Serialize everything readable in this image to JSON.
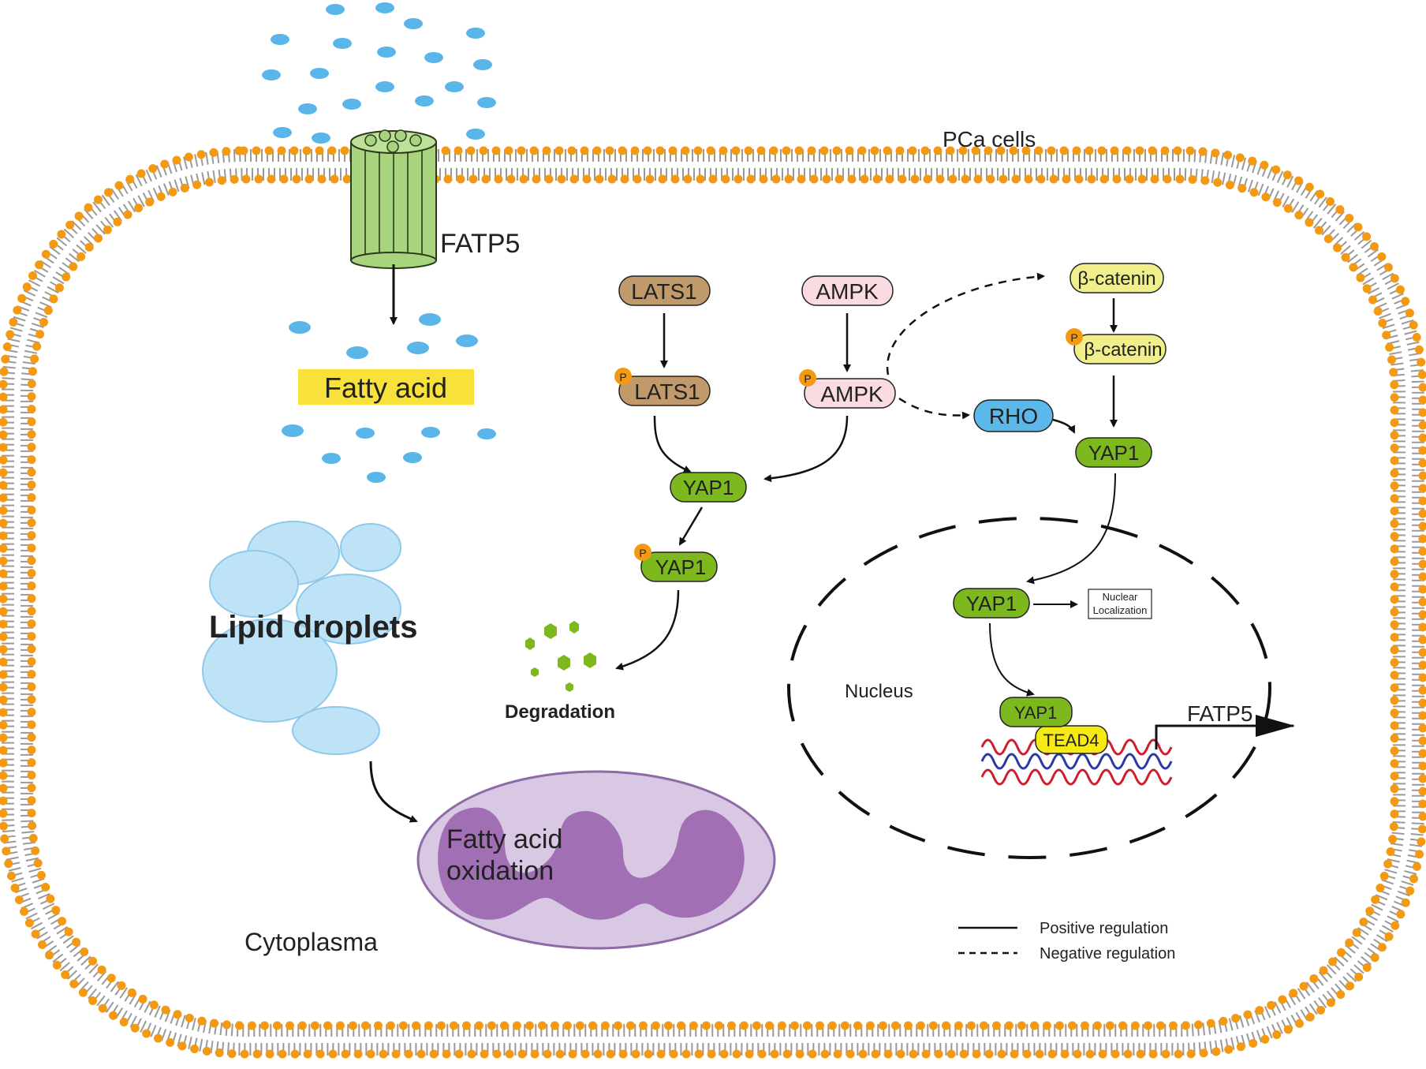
{
  "labels": {
    "cell_type": "PCa cells",
    "transporter": "FATP5",
    "fatty_acid": "Fatty acid",
    "lipid_droplets": "Lipid droplets",
    "fao_line1": "Fatty acid",
    "fao_line2": "oxidation",
    "cytoplasm": "Cytoplasma",
    "nucleus": "Nucleus",
    "degradation": "Degradation",
    "nuclear_loc_line1": "Nuclear",
    "nuclear_loc_line2": "Localization",
    "gene": "FATP5"
  },
  "phospho_mark": "P",
  "nodes": {
    "lats1": "LATS1",
    "p_lats1": "LATS1",
    "ampk": "AMPK",
    "p_ampk": "AMPK",
    "beta_catenin": "β-catenin",
    "p_beta_catenin": "β-catenin",
    "rho": "RHO",
    "yap1_left": "YAP1",
    "p_yap1": "YAP1",
    "yap1_right": "YAP1",
    "yap1_nuclear": "YAP1",
    "yap1_dna": "YAP1",
    "tead4": "TEAD4"
  },
  "legend": {
    "positive": "Positive regulation",
    "negative": "Negative regulation"
  },
  "colors": {
    "membrane_head": "#f39a12",
    "lats1": "#c19a6b",
    "ampk": "#fadbe2",
    "beta_catenin": "#f0ef8a",
    "rho": "#5bb8e8",
    "yap1": "#7cb81e",
    "tead4": "#f6ea14",
    "fatty_acid_dot": "#5ab5e8",
    "fatty_acid_highlight": "#f7e13a",
    "lipid_droplet": "#bfe3f6",
    "mitochondrion_outer": "#d9c8e4",
    "mitochondrion_inner": "#a16fb4",
    "transporter": "#a8d47e",
    "phospho": "#f39a12",
    "degradation_fragment": "#7cb81e",
    "dna_strand_1": "#cc1f2e",
    "dna_strand_2": "#2d3aa0"
  }
}
